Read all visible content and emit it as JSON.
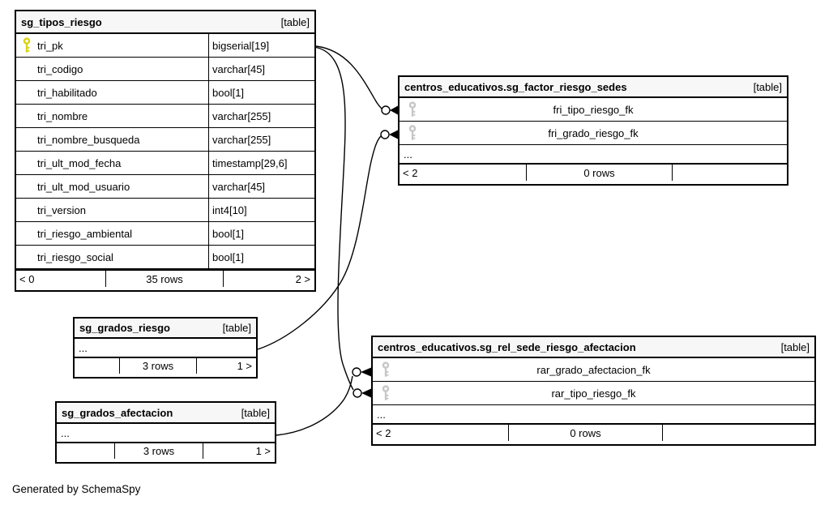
{
  "colors": {
    "primary_key_icon": "#d9d419",
    "foreign_key_icon": "#c7c7c7",
    "header_bg": "#f7f7f7",
    "border": "#000000",
    "connector": "#000000"
  },
  "tables": {
    "tipos_riesgo": {
      "title": "sg_tipos_riesgo",
      "badge": "[table]",
      "columns": [
        {
          "name": "tri_pk",
          "type": "bigserial[19]",
          "key": "primary"
        },
        {
          "name": "tri_codigo",
          "type": "varchar[45]"
        },
        {
          "name": "tri_habilitado",
          "type": "bool[1]"
        },
        {
          "name": "tri_nombre",
          "type": "varchar[255]"
        },
        {
          "name": "tri_nombre_busqueda",
          "type": "varchar[255]"
        },
        {
          "name": "tri_ult_mod_fecha",
          "type": "timestamp[29,6]"
        },
        {
          "name": "tri_ult_mod_usuario",
          "type": "varchar[45]"
        },
        {
          "name": "tri_version",
          "type": "int4[10]"
        },
        {
          "name": "tri_riesgo_ambiental",
          "type": "bool[1]"
        },
        {
          "name": "tri_riesgo_social",
          "type": "bool[1]"
        }
      ],
      "footer": {
        "left": "< 0",
        "center": "35 rows",
        "right": "2 >"
      }
    },
    "factor_riesgo_sedes": {
      "title": "centros_educativos.sg_factor_riesgo_sedes",
      "badge": "[table]",
      "fk_rows": [
        "fri_tipo_riesgo_fk",
        "fri_grado_riesgo_fk"
      ],
      "ellipsis": "...",
      "footer": {
        "left": "< 2",
        "center": "0 rows",
        "right": ""
      }
    },
    "grados_riesgo": {
      "title": "sg_grados_riesgo",
      "badge": "[table]",
      "ellipsis": "...",
      "footer": {
        "left": "",
        "center": "3 rows",
        "right": "1 >"
      }
    },
    "grados_afectacion": {
      "title": "sg_grados_afectacion",
      "badge": "[table]",
      "ellipsis": "...",
      "footer": {
        "left": "",
        "center": "3 rows",
        "right": "1 >"
      }
    },
    "rel_sede_riesgo_afectacion": {
      "title": "centros_educativos.sg_rel_sede_riesgo_afectacion",
      "badge": "[table]",
      "fk_rows": [
        "rar_grado_afectacion_fk",
        "rar_tipo_riesgo_fk"
      ],
      "ellipsis": "...",
      "footer": {
        "left": "< 2",
        "center": "0 rows",
        "right": ""
      }
    }
  },
  "caption": "Generated by SchemaSpy"
}
